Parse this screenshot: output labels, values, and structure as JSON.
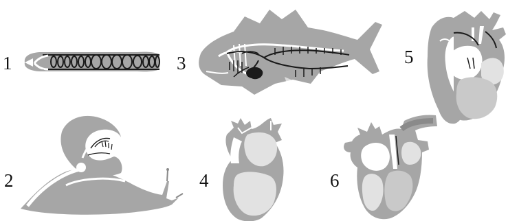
{
  "labels": {
    "worm": "1",
    "snail": "2",
    "fish": "3",
    "heart_4": "4",
    "heart_5": "5",
    "heart_6": "6"
  },
  "colors": {
    "body": "#a6a6a6",
    "heart_light": "#c9c9c9",
    "chamber": "#e2e2e2",
    "vessel": "#1a1a1a",
    "white": "#ffffff"
  }
}
